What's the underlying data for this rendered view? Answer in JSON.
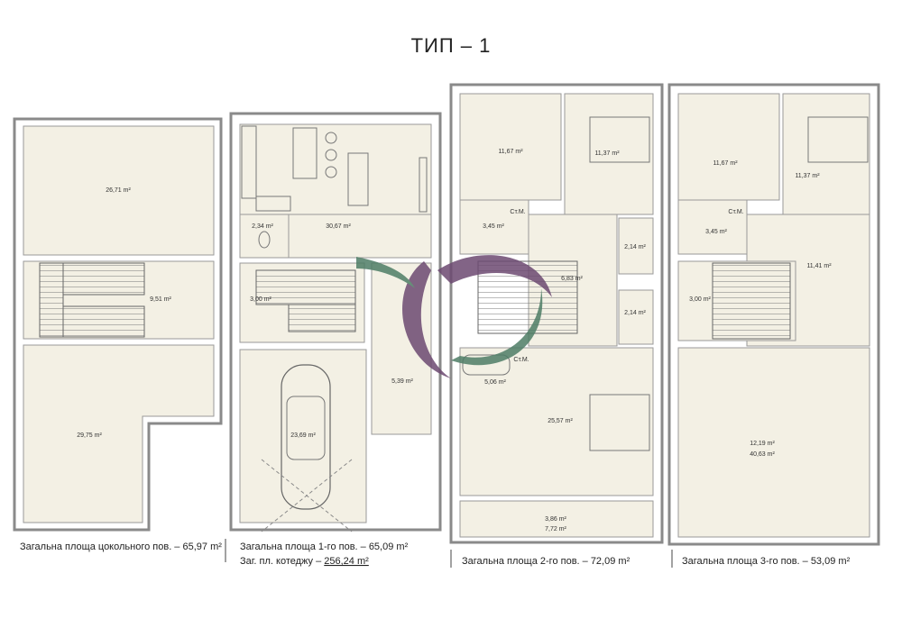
{
  "title": "ТИП – 1",
  "colors": {
    "room_fill": "#f3f0e4",
    "wall": "#8a8a8a",
    "logo_purple": "#6d4a72",
    "logo_green": "#4e7d66"
  },
  "basement": {
    "areas": [
      "26,71 m²",
      "9,51 m²",
      "29,75 m²"
    ],
    "caption": "Загальна площа цокольного пов. – 65,97 m²"
  },
  "floor1": {
    "areas": [
      "2,34 m²",
      "30,67 m²",
      "3,00 m²",
      "5,39 m²",
      "23,69 m²"
    ],
    "caption": "Загальна площа 1-го пов. – 65,09 m²",
    "caption2_prefix": "Заг. пл. котеджу – ",
    "caption2_value": "256,24 m²"
  },
  "floor2": {
    "areas": [
      "11,67 m²",
      "11,37 m²",
      "3,45 m²",
      "2,14 m²",
      "6,83 m²",
      "2,14 m²",
      "5,06 m²",
      "25,57 m²",
      "3,86 m²",
      "7,72 m²"
    ],
    "labels": [
      "Ст.М.",
      "Ст.М."
    ],
    "caption": "Загальна площа 2-го пов. – 72,09 m²"
  },
  "floor3": {
    "areas": [
      "11,67 m²",
      "11,37 m²",
      "3,45 m²",
      "11,41 m²",
      "3,00 m²",
      "12,19 m²",
      "40,63 m²"
    ],
    "labels": [
      "Ст.М."
    ],
    "caption": "Загальна площа 3-го пов. – 53,09 m²"
  }
}
